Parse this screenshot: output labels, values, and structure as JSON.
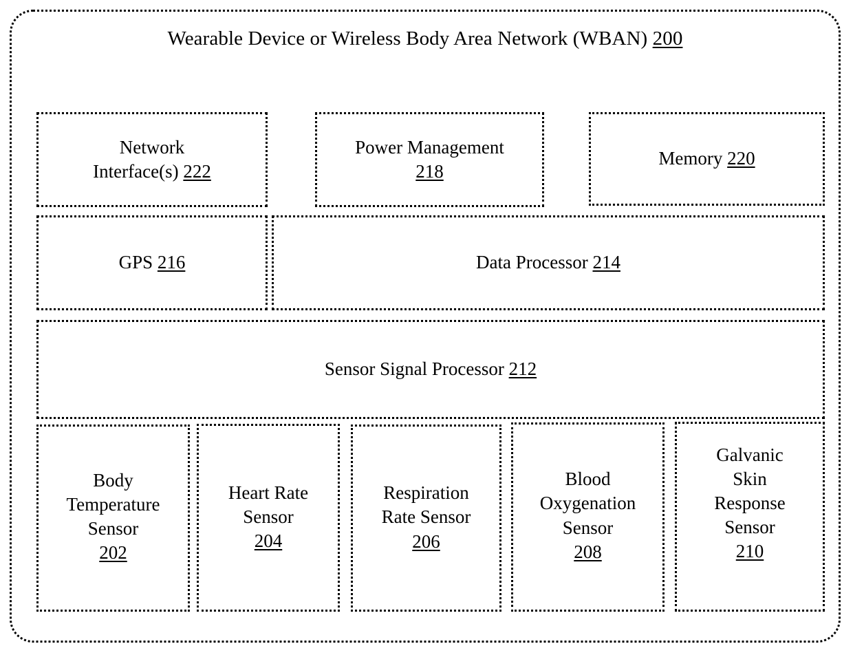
{
  "diagram": {
    "container": {
      "title_text": "Wearable Device or Wireless Body Area Network (WBAN)",
      "title_ref": "200"
    },
    "blocks": [
      {
        "name": "network-interfaces",
        "line1": "Network",
        "line2": "Interface(s)",
        "ref": "222"
      },
      {
        "name": "power-management",
        "line1": "Power Management",
        "ref": "218"
      },
      {
        "name": "memory",
        "line1": "Memory",
        "ref": "220"
      },
      {
        "name": "gps",
        "line1": "GPS",
        "ref": "216"
      },
      {
        "name": "data-processor",
        "line1": "Data Processor",
        "ref": "214"
      },
      {
        "name": "sensor-signal-processor",
        "line1": "Sensor Signal Processor",
        "ref": "212"
      },
      {
        "name": "body-temperature-sensor",
        "line1": "Body",
        "line2": "Temperature",
        "line3": "Sensor",
        "ref": "202"
      },
      {
        "name": "heart-rate-sensor",
        "line1": "Heart Rate",
        "line2": "Sensor",
        "ref": "204"
      },
      {
        "name": "respiration-rate-sensor",
        "line1": "Respiration",
        "line2": "Rate Sensor",
        "ref": "206"
      },
      {
        "name": "blood-oxygenation-sensor",
        "line1": "Blood",
        "line2": "Oxygenation",
        "line3": "Sensor",
        "ref": "208"
      },
      {
        "name": "galvanic-skin-response-sensor",
        "line1": "Galvanic",
        "line2": "Skin",
        "line3": "Response",
        "line4": "Sensor",
        "ref": "210"
      }
    ],
    "colors": {
      "ink": "#000000",
      "paper": "#ffffff"
    }
  }
}
